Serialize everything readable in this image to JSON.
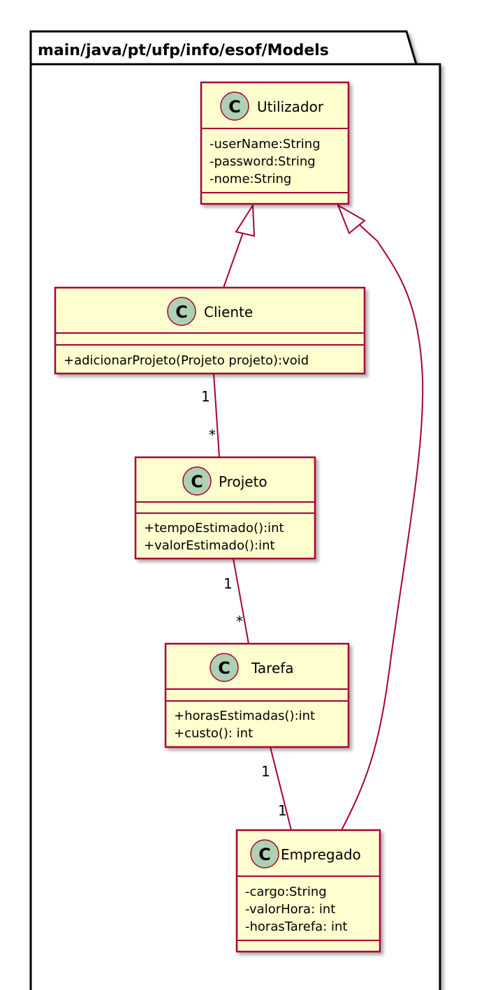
{
  "package": {
    "label": "main/java/pt/ufp/info/esof/Models"
  },
  "classes": {
    "utilizador": {
      "name": "Utilizador",
      "stereotype": "C",
      "attributes": [
        "-userName:String",
        "-password:String",
        "-nome:String"
      ],
      "methods": []
    },
    "cliente": {
      "name": "Cliente",
      "stereotype": "C",
      "attributes": [],
      "methods": [
        "+adicionarProjeto(Projeto projeto):void"
      ]
    },
    "projeto": {
      "name": "Projeto",
      "stereotype": "C",
      "attributes": [],
      "methods": [
        "+tempoEstimado():int",
        "+valorEstimado():int"
      ]
    },
    "tarefa": {
      "name": "Tarefa",
      "stereotype": "C",
      "attributes": [],
      "methods": [
        "+horasEstimadas():int",
        "+custo(): int"
      ]
    },
    "empregado": {
      "name": "Empregado",
      "stereotype": "C",
      "attributes": [
        "-cargo:String",
        "-valorHora: int",
        "-horasTarefa: int"
      ],
      "methods": []
    }
  },
  "relations": {
    "cliente_projeto": {
      "source_mult": "1",
      "target_mult": "*"
    },
    "projeto_tarefa": {
      "source_mult": "1",
      "target_mult": "*"
    },
    "tarefa_empregado": {
      "source_mult": "1",
      "target_mult": "1"
    }
  },
  "colors": {
    "class_fill": "#FEFECE",
    "class_border": "#A80036",
    "stereotype_circle": "#ADD1B2",
    "edge": "#A80036",
    "package_border": "#000000"
  }
}
